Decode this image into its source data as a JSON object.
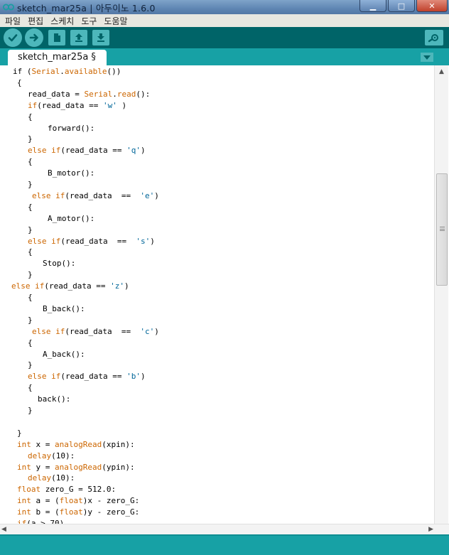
{
  "window": {
    "title": "sketch_mar25a | 아두이노 1.6.0",
    "minimize_glyph": "▁",
    "maximize_glyph": "□",
    "close_glyph": "✕"
  },
  "menu": [
    "파일",
    "편집",
    "스케치",
    "도구",
    "도움말"
  ],
  "toolbar": {
    "buttons": [
      "verify-icon",
      "upload-icon",
      "new-file-icon",
      "open-icon",
      "save-icon"
    ],
    "serial_monitor": "magnifier-icon"
  },
  "tab": {
    "label": "sketch_mar25a §"
  },
  "colors": {
    "accent": "#006468",
    "tabbar": "#17a1a5",
    "button": "#4db7bb",
    "keyword": "#cc6600",
    "string": "#006699"
  },
  "code": [
    {
      "x": 18,
      "parts": [
        {
          "t": "if (",
          "k": ""
        },
        {
          "t": "Serial",
          "k": "kw"
        },
        {
          "t": ".",
          "k": ""
        },
        {
          "t": "available",
          "k": "kw"
        },
        {
          "t": "())",
          "k": ""
        }
      ]
    },
    {
      "x": 24,
      "parts": [
        {
          "t": "{",
          "k": ""
        }
      ]
    },
    {
      "x": 39,
      "parts": [
        {
          "t": "read_data = ",
          "k": ""
        },
        {
          "t": "Serial",
          "k": "kw"
        },
        {
          "t": ".",
          "k": ""
        },
        {
          "t": "read",
          "k": "kw"
        },
        {
          "t": "():",
          "k": ""
        }
      ]
    },
    {
      "x": 39,
      "parts": [
        {
          "t": "if",
          "k": "kw"
        },
        {
          "t": "(read_data == ",
          "k": ""
        },
        {
          "t": "'w'",
          "k": "str"
        },
        {
          "t": " )",
          "k": ""
        }
      ]
    },
    {
      "x": 39,
      "parts": [
        {
          "t": "{",
          "k": ""
        }
      ]
    },
    {
      "x": 67,
      "parts": [
        {
          "t": "forward():",
          "k": ""
        }
      ]
    },
    {
      "x": 39,
      "parts": [
        {
          "t": "}",
          "k": ""
        }
      ]
    },
    {
      "x": 39,
      "parts": [
        {
          "t": "else if",
          "k": "kw"
        },
        {
          "t": "(read_data == ",
          "k": ""
        },
        {
          "t": "'q'",
          "k": "str"
        },
        {
          "t": ")",
          "k": ""
        }
      ]
    },
    {
      "x": 39,
      "parts": [
        {
          "t": "{",
          "k": ""
        }
      ]
    },
    {
      "x": 67,
      "parts": [
        {
          "t": "B_motor():",
          "k": ""
        }
      ]
    },
    {
      "x": 39,
      "parts": [
        {
          "t": "}",
          "k": ""
        }
      ]
    },
    {
      "x": 45,
      "parts": [
        {
          "t": "else if",
          "k": "kw"
        },
        {
          "t": "(read_data  ==  ",
          "k": ""
        },
        {
          "t": "'e'",
          "k": "str"
        },
        {
          "t": ")",
          "k": ""
        }
      ]
    },
    {
      "x": 39,
      "parts": [
        {
          "t": "{",
          "k": ""
        }
      ]
    },
    {
      "x": 67,
      "parts": [
        {
          "t": "A_motor():",
          "k": ""
        }
      ]
    },
    {
      "x": 39,
      "parts": [
        {
          "t": "}",
          "k": ""
        }
      ]
    },
    {
      "x": 39,
      "parts": [
        {
          "t": "else if",
          "k": "kw"
        },
        {
          "t": "(read_data  ==  ",
          "k": ""
        },
        {
          "t": "'s'",
          "k": "str"
        },
        {
          "t": ")",
          "k": ""
        }
      ]
    },
    {
      "x": 39,
      "parts": [
        {
          "t": "{",
          "k": ""
        }
      ]
    },
    {
      "x": 60,
      "parts": [
        {
          "t": "Stop():",
          "k": ""
        }
      ]
    },
    {
      "x": 39,
      "parts": [
        {
          "t": "}",
          "k": ""
        }
      ]
    },
    {
      "x": 16,
      "parts": [
        {
          "t": "else if",
          "k": "kw"
        },
        {
          "t": "(read_data == ",
          "k": ""
        },
        {
          "t": "'z'",
          "k": "str"
        },
        {
          "t": ")",
          "k": ""
        }
      ]
    },
    {
      "x": 39,
      "parts": [
        {
          "t": "{",
          "k": ""
        }
      ]
    },
    {
      "x": 60,
      "parts": [
        {
          "t": "B_back():",
          "k": ""
        }
      ]
    },
    {
      "x": 39,
      "parts": [
        {
          "t": "}",
          "k": ""
        }
      ]
    },
    {
      "x": 45,
      "parts": [
        {
          "t": "else if",
          "k": "kw"
        },
        {
          "t": "(read_data  ==  ",
          "k": ""
        },
        {
          "t": "'c'",
          "k": "str"
        },
        {
          "t": ")",
          "k": ""
        }
      ]
    },
    {
      "x": 39,
      "parts": [
        {
          "t": "{",
          "k": ""
        }
      ]
    },
    {
      "x": 60,
      "parts": [
        {
          "t": "A_back():",
          "k": ""
        }
      ]
    },
    {
      "x": 39,
      "parts": [
        {
          "t": "}",
          "k": ""
        }
      ]
    },
    {
      "x": 39,
      "parts": [
        {
          "t": "else if",
          "k": "kw"
        },
        {
          "t": "(read_data == ",
          "k": ""
        },
        {
          "t": "'b'",
          "k": "str"
        },
        {
          "t": ")",
          "k": ""
        }
      ]
    },
    {
      "x": 39,
      "parts": [
        {
          "t": "{",
          "k": ""
        }
      ]
    },
    {
      "x": 53,
      "parts": [
        {
          "t": "back():",
          "k": ""
        }
      ]
    },
    {
      "x": 39,
      "parts": [
        {
          "t": "}",
          "k": ""
        }
      ]
    },
    {
      "x": 0,
      "parts": [
        {
          "t": "",
          "k": ""
        }
      ]
    },
    {
      "x": 24,
      "parts": [
        {
          "t": "}",
          "k": ""
        }
      ]
    },
    {
      "x": 24,
      "parts": [
        {
          "t": "int",
          "k": "kw"
        },
        {
          "t": " x = ",
          "k": ""
        },
        {
          "t": "analogRead",
          "k": "kw"
        },
        {
          "t": "(xpin):",
          "k": ""
        }
      ]
    },
    {
      "x": 39,
      "parts": [
        {
          "t": "delay",
          "k": "kw"
        },
        {
          "t": "(10):",
          "k": ""
        }
      ]
    },
    {
      "x": 24,
      "parts": [
        {
          "t": "int",
          "k": "kw"
        },
        {
          "t": " y = ",
          "k": ""
        },
        {
          "t": "analogRead",
          "k": "kw"
        },
        {
          "t": "(ypin):",
          "k": ""
        }
      ]
    },
    {
      "x": 39,
      "parts": [
        {
          "t": "delay",
          "k": "kw"
        },
        {
          "t": "(10):",
          "k": ""
        }
      ]
    },
    {
      "x": 24,
      "parts": [
        {
          "t": "float",
          "k": "kw"
        },
        {
          "t": " zero_G = 512.0:",
          "k": ""
        }
      ]
    },
    {
      "x": 24,
      "parts": [
        {
          "t": "int",
          "k": "kw"
        },
        {
          "t": " a = (",
          "k": ""
        },
        {
          "t": "float",
          "k": "kw"
        },
        {
          "t": ")x - zero_G:",
          "k": ""
        }
      ]
    },
    {
      "x": 24,
      "parts": [
        {
          "t": "int",
          "k": "kw"
        },
        {
          "t": " b = (",
          "k": ""
        },
        {
          "t": "float",
          "k": "kw"
        },
        {
          "t": ")y - zero_G:",
          "k": ""
        }
      ]
    },
    {
      "x": 24,
      "parts": [
        {
          "t": "if",
          "k": "kw"
        },
        {
          "t": "(a > 70)",
          "k": ""
        }
      ]
    }
  ]
}
